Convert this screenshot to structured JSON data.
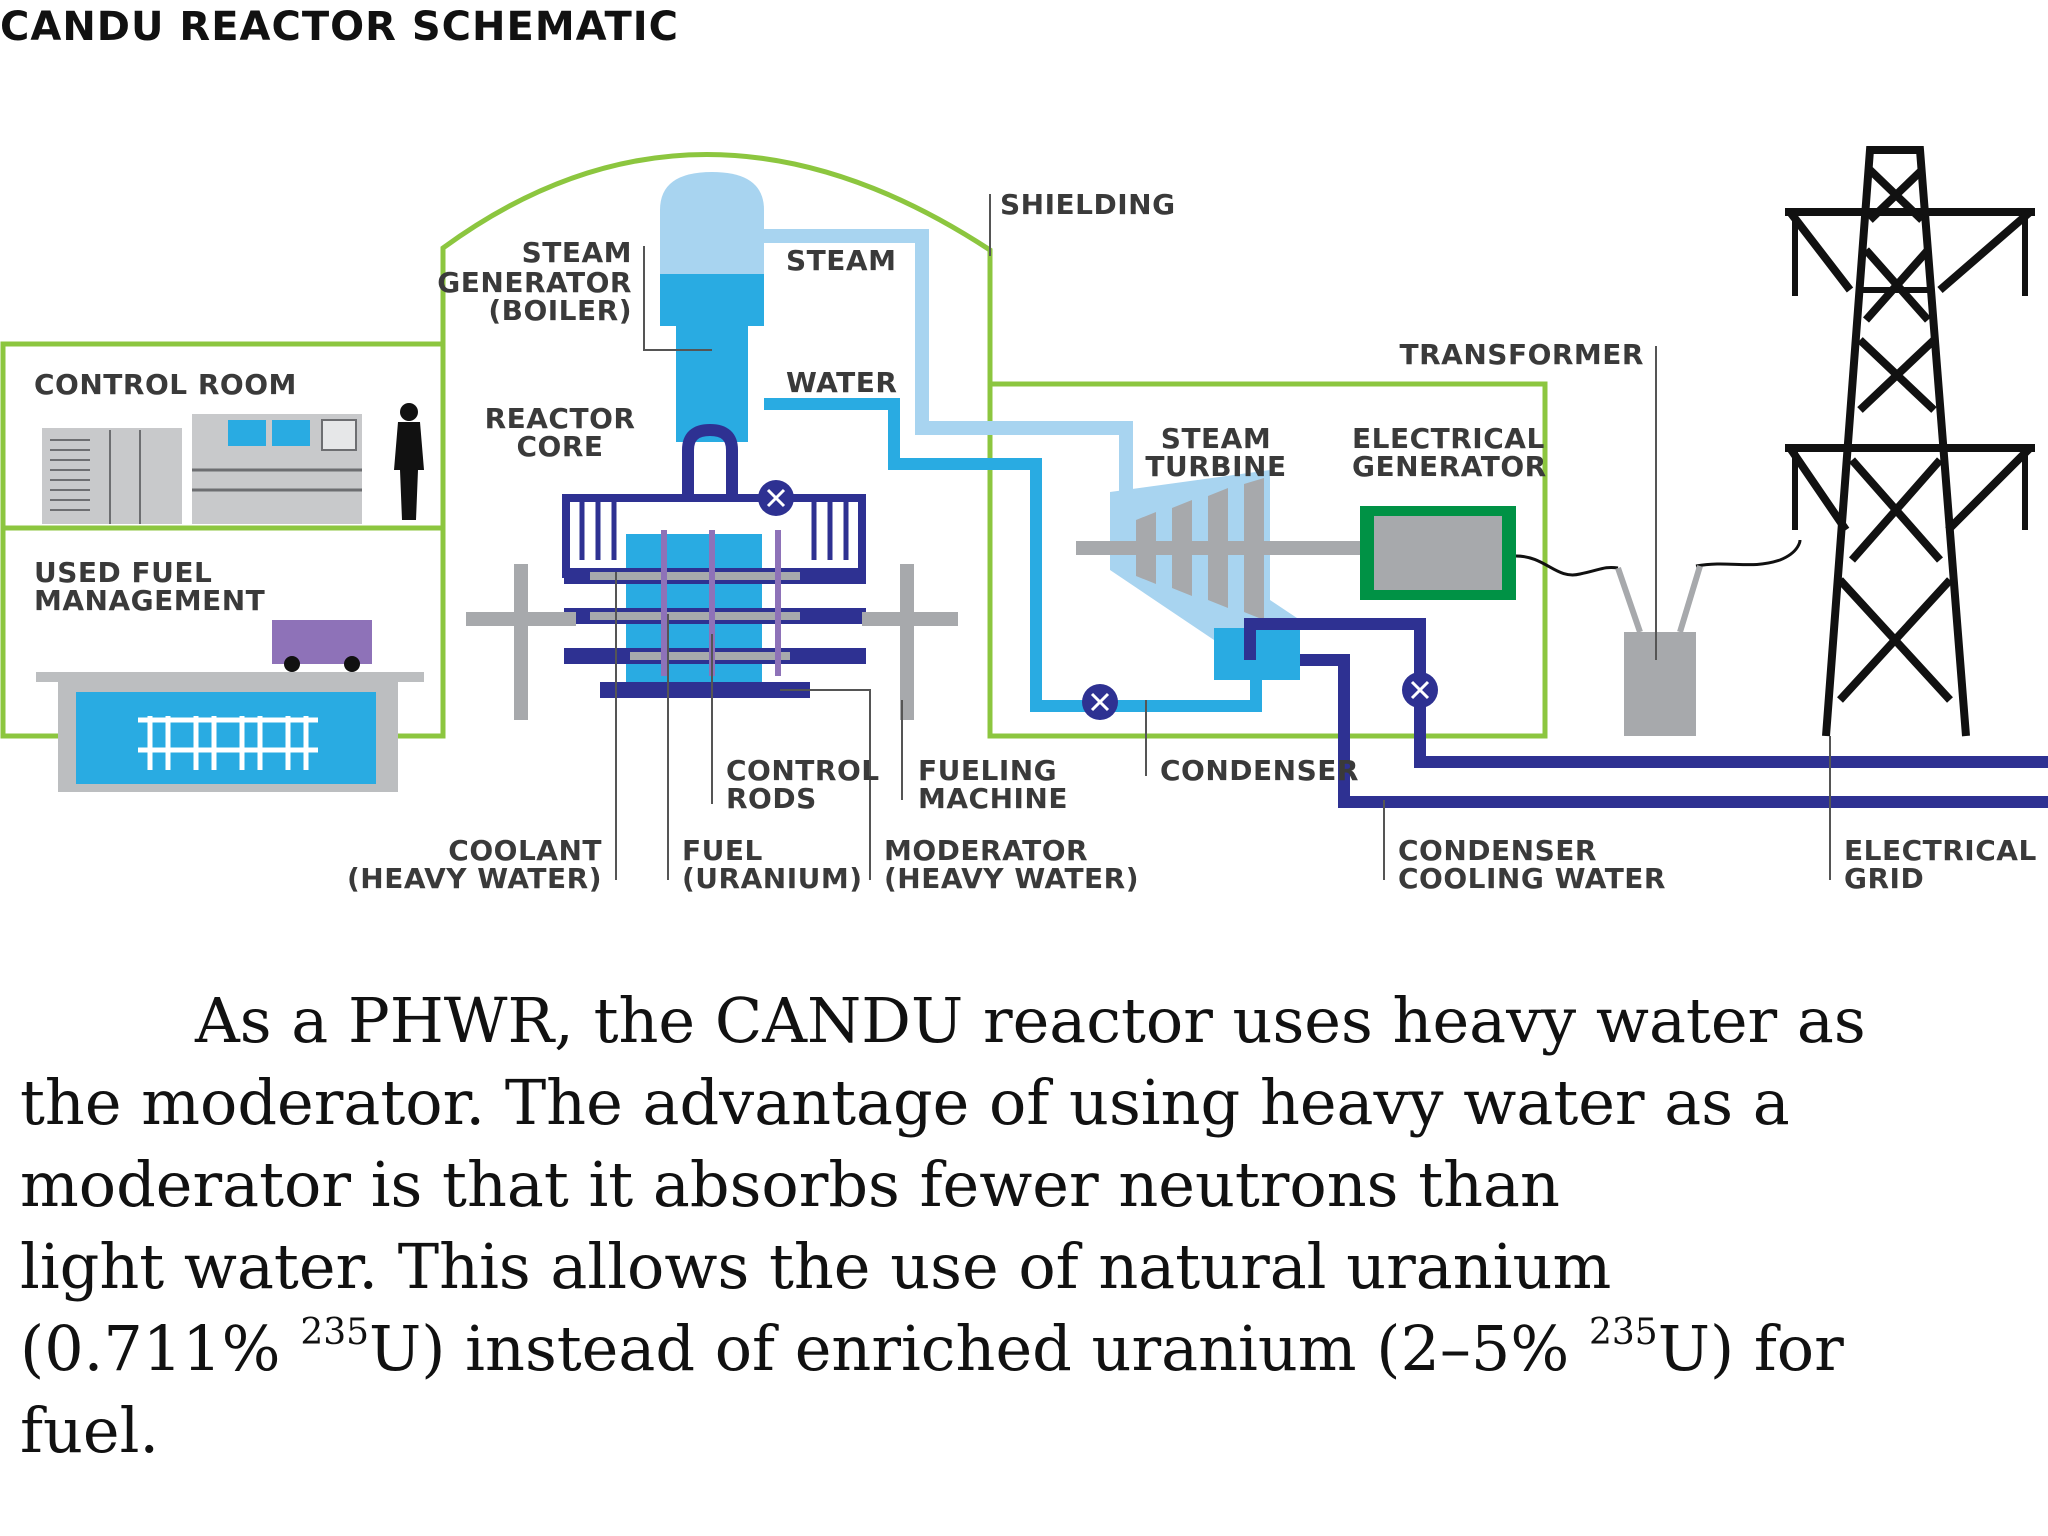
{
  "title": "CANDU REACTOR SCHEMATIC",
  "labels": {
    "shielding": "SHIELDING",
    "steam_generator": [
      "STEAM",
      "GENERATOR",
      "(BOILER)"
    ],
    "steam": "STEAM",
    "water": "WATER",
    "control_room": "CONTROL ROOM",
    "reactor_core": [
      "REACTOR",
      "CORE"
    ],
    "used_fuel_management": [
      "USED FUEL",
      "MANAGEMENT"
    ],
    "transformer": "TRANSFORMER",
    "steam_turbine": [
      "STEAM",
      "TURBINE"
    ],
    "electrical_generator": [
      "ELECTRICAL",
      "GENERATOR"
    ],
    "control_rods": [
      "CONTROL",
      "RODS"
    ],
    "fueling_machine": [
      "FUELING",
      "MACHINE"
    ],
    "condenser": "CONDENSER",
    "coolant": [
      "COOLANT",
      "(HEAVY WATER)"
    ],
    "fuel": [
      "FUEL",
      "(URANIUM)"
    ],
    "moderator": [
      "MODERATOR",
      "(HEAVY WATER)"
    ],
    "condenser_cooling_water": [
      "CONDENSER",
      "COOLING WATER"
    ],
    "electrical_grid": [
      "ELECTRICAL",
      "GRID"
    ]
  },
  "caption": {
    "line1": "As a PHWR, the CANDU reactor uses heavy water as",
    "line2": "the moderator. The advantage of using heavy water as a",
    "line3": "moderator is that it absorbs fewer neutrons than",
    "line4": "light water. This allows the use of natural uranium",
    "line5_a": "(0.711% ",
    "line5_sup1": "235",
    "line5_b": "U) instead of enriched uranium (2–5% ",
    "line5_sup2": "235",
    "line5_c": "U) for",
    "line6": "fuel."
  },
  "colors": {
    "building_outline": "#8cc63f",
    "light_blue": "#a8d4f0",
    "blue": "#29abe2",
    "dark_blue": "#2e3192",
    "gray": "#a7a9ac",
    "generator_green": "#009245",
    "purple": "#8e72b8"
  }
}
